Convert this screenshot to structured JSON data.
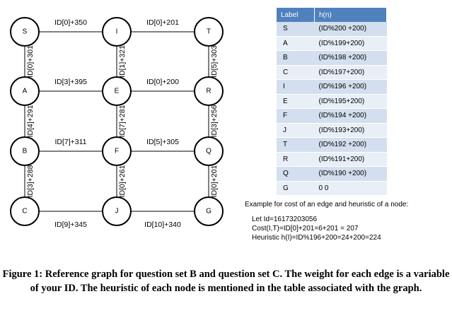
{
  "nodes": [
    {
      "id": "S",
      "label": "S"
    },
    {
      "id": "I",
      "label": "I"
    },
    {
      "id": "T",
      "label": "T"
    },
    {
      "id": "A",
      "label": "A"
    },
    {
      "id": "E",
      "label": "E"
    },
    {
      "id": "R",
      "label": "R"
    },
    {
      "id": "B",
      "label": "B"
    },
    {
      "id": "F",
      "label": "F"
    },
    {
      "id": "Q",
      "label": "Q"
    },
    {
      "id": "C",
      "label": "C"
    },
    {
      "id": "J",
      "label": "J"
    },
    {
      "id": "G",
      "label": "G"
    }
  ],
  "edges": [
    {
      "from": "S",
      "to": "I",
      "label": "ID[0]+350"
    },
    {
      "from": "I",
      "to": "T",
      "label": "ID[0]+201"
    },
    {
      "from": "A",
      "to": "E",
      "label": "ID[3]+395"
    },
    {
      "from": "E",
      "to": "R",
      "label": "ID[0]+200"
    },
    {
      "from": "B",
      "to": "F",
      "label": "ID[7]+311"
    },
    {
      "from": "F",
      "to": "Q",
      "label": "ID[5]+305"
    },
    {
      "from": "C",
      "to": "J",
      "label": "ID[9]+345"
    },
    {
      "from": "J",
      "to": "G",
      "label": "ID[10]+340"
    },
    {
      "from": "S",
      "to": "A",
      "label": "ID[0]+301"
    },
    {
      "from": "A",
      "to": "B",
      "label": "ID[4]+291"
    },
    {
      "from": "B",
      "to": "C",
      "label": "ID[3]+288"
    },
    {
      "from": "I",
      "to": "E",
      "label": "ID[1]+321"
    },
    {
      "from": "E",
      "to": "F",
      "label": "ID[7]+281"
    },
    {
      "from": "F",
      "to": "J",
      "label": "ID[0]+261"
    },
    {
      "from": "T",
      "to": "R",
      "label": "ID[5]+303"
    },
    {
      "from": "R",
      "to": "Q",
      "label": "ID[3]+256"
    },
    {
      "from": "Q",
      "to": "G",
      "label": "ID[0]+201"
    }
  ],
  "heuristic_table": {
    "headers": {
      "label": "Label",
      "h": "h(n)"
    },
    "rows": [
      {
        "label": "S",
        "h": "(ID%200 +200)"
      },
      {
        "label": "A",
        "h": "(ID%199+200)"
      },
      {
        "label": "B",
        "h": "(ID%198 +200)"
      },
      {
        "label": "C",
        "h": "(ID%197+200)"
      },
      {
        "label": "I",
        "h": "(ID%196 +200)"
      },
      {
        "label": "E",
        "h": "(ID%195+200)"
      },
      {
        "label": "F",
        "h": "(ID%194 +200)"
      },
      {
        "label": "J",
        "h": "(ID%193+200)"
      },
      {
        "label": "T",
        "h": "(ID%192 +200)"
      },
      {
        "label": "R",
        "h": "(ID%191+200)"
      },
      {
        "label": "Q",
        "h": "(ID%190 +200)"
      },
      {
        "label": "G",
        "h": "0 0"
      }
    ]
  },
  "example": {
    "title": "Example for cost of  an edge and heuristic of a node:",
    "lines": [
      "Let Id=16173203056",
      "Cost(I,T)=ID[0]+201=6+201 = 207",
      "Heuristic h(I)=ID%196+200=24+200=224"
    ]
  },
  "caption": "Figure 1: Reference graph for question set B and question set C. The weight for each edge is a variable of your ID. The heuristic of each node is mentioned in the table associated with the graph."
}
